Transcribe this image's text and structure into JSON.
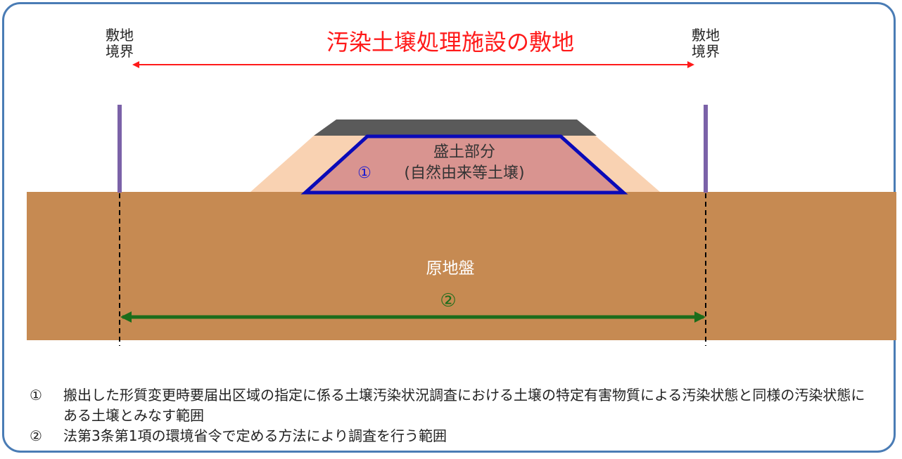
{
  "diagram": {
    "site_title": "汚染土壌処理施設の敷地",
    "boundary_left_label": "敷地境界",
    "boundary_right_label": "敷地境界",
    "embankment_label": "盛土部分",
    "embankment_marker": "①",
    "embankment_soil_label": "(自然由来等土壌)",
    "ground_label": "原地盤",
    "ground_marker": "②",
    "colors": {
      "frame": "#4a7cb5",
      "title_arrow": "#ff1a1a",
      "boundary_post": "#7b62a8",
      "paving": "#5a5a5a",
      "embankment_outer": "#f9d2b2",
      "embankment_inner": "#d99490",
      "embankment_outline": "#0a0ab8",
      "ground": "#c68a52",
      "range_arrow": "#1b6d1b"
    }
  },
  "notes": [
    {
      "mark": "①",
      "text": "搬出した形質変更時要届出区域の指定に係る土壌汚染状況調査における土壌の特定有害物質による汚染状態と同様の汚染状態にある土壌とみなす範囲"
    },
    {
      "mark": "②",
      "text": "法第3条第1項の環境省令で定める方法により調査を行う範囲"
    }
  ]
}
